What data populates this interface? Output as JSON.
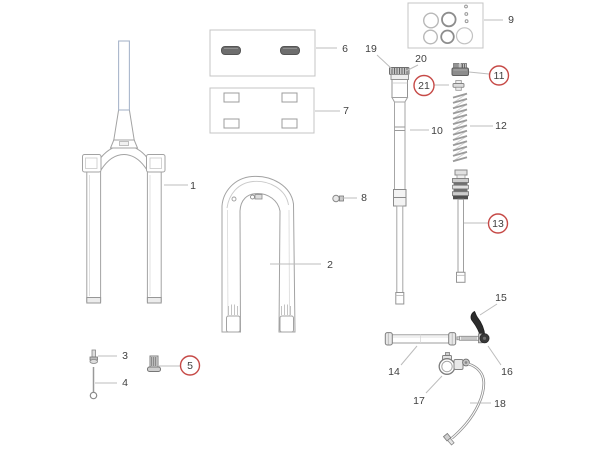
{
  "colors": {
    "accent_red": "#c64a47",
    "line_gray": "#a3a3a3",
    "label_gray": "#3f3f3f",
    "steerer_blue": "#a9b6cb"
  },
  "labels": [
    {
      "text": "1",
      "circled": false
    },
    {
      "text": "2",
      "circled": false
    },
    {
      "text": "3",
      "circled": false
    },
    {
      "text": "4",
      "circled": false
    },
    {
      "text": "5",
      "circled": true
    },
    {
      "text": "6",
      "circled": false
    },
    {
      "text": "7",
      "circled": false
    },
    {
      "text": "8",
      "circled": false
    },
    {
      "text": "9",
      "circled": false
    },
    {
      "text": "10",
      "circled": false
    },
    {
      "text": "11",
      "circled": true
    },
    {
      "text": "12",
      "circled": false
    },
    {
      "text": "13",
      "circled": true
    },
    {
      "text": "14",
      "circled": false
    },
    {
      "text": "15",
      "circled": false
    },
    {
      "text": "16",
      "circled": false
    },
    {
      "text": "17",
      "circled": false
    },
    {
      "text": "18",
      "circled": false
    },
    {
      "text": "19",
      "circled": false
    },
    {
      "text": "20",
      "circled": false
    },
    {
      "text": "21",
      "circled": false
    }
  ]
}
